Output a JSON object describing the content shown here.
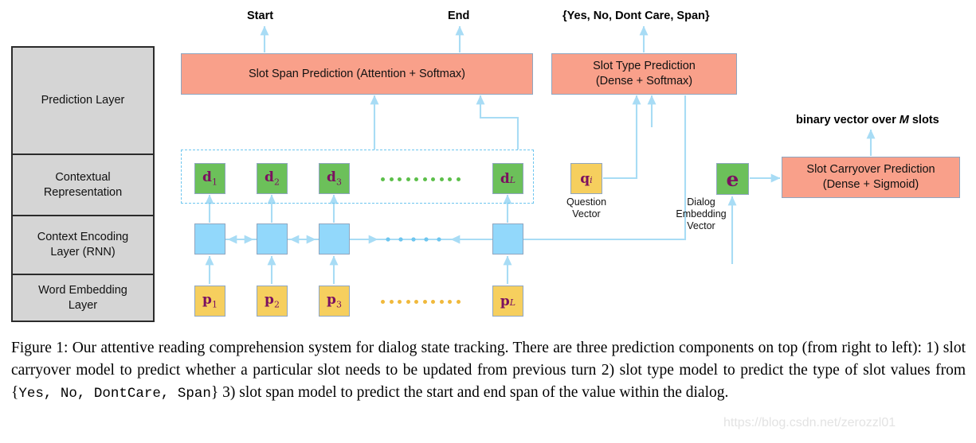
{
  "figure": {
    "layer_stack": {
      "cells": [
        {
          "label": "Prediction Layer"
        },
        {
          "label": "Contextual\nRepresentation"
        },
        {
          "label": "Context Encoding\nLayer (RNN)"
        },
        {
          "label": "Word Embedding\nLayer"
        }
      ]
    },
    "top_labels": [
      {
        "name": "start",
        "text": "Start"
      },
      {
        "name": "end",
        "text": "End"
      },
      {
        "name": "slot-type-output",
        "text": "{Yes, No, Dont Care, Span}"
      },
      {
        "name": "carryover-output",
        "text": "binary vector over M slots",
        "italic_token": "M"
      }
    ],
    "prediction_boxes": [
      {
        "name": "slot-span-prediction",
        "text": "Slot Span Prediction (Attention + Softmax)"
      },
      {
        "name": "slot-type-prediction",
        "line1": "Slot Type Prediction",
        "line2": "(Dense + Softmax)"
      },
      {
        "name": "slot-carryover-prediction",
        "line1": "Slot Carryover Prediction",
        "line2": "(Dense + Sigmoid)"
      }
    ],
    "contextual_units": [
      {
        "sym": "d",
        "sub": "1"
      },
      {
        "sym": "d",
        "sub": "2"
      },
      {
        "sym": "d",
        "sub": "3"
      },
      {
        "sym": "d",
        "sub": "L",
        "italic_sub": true
      }
    ],
    "embedding_units": [
      {
        "sym": "p",
        "sub": "1"
      },
      {
        "sym": "p",
        "sub": "2"
      },
      {
        "sym": "p",
        "sub": "3"
      },
      {
        "sym": "p",
        "sub": "L",
        "italic_sub": true
      }
    ],
    "rnn_units": [
      {
        "name": "rnn-cell-1"
      },
      {
        "name": "rnn-cell-2"
      },
      {
        "name": "rnn-cell-3"
      },
      {
        "name": "rnn-cell-L"
      }
    ],
    "side_vectors": [
      {
        "name": "question-vector",
        "sym": "q",
        "sub": "i",
        "italic_sub": true,
        "caption_line1": "Question",
        "caption_line2": "Vector"
      },
      {
        "name": "dialog-embedding-vector",
        "sym": "e",
        "caption_line1": "Dialog",
        "caption_line2": "Embedding",
        "caption_line3": "Vector"
      }
    ],
    "colors": {
      "salmon": "#f9a08a",
      "green": "#6cc05a",
      "yellow": "#f6cf5e",
      "blue": "#92d8fb",
      "arrow": "#a8dcf5",
      "box_border": "#8fa6c0",
      "stack_fill": "#d5d5d5",
      "symbol_text": "#7b1060"
    }
  },
  "caption": {
    "segments": [
      {
        "type": "text",
        "value": "Figure 1: Our attentive reading comprehension system for dialog state tracking.  There are three prediction components on top (from right to left): 1) slot carryover model to predict whether a particular slot needs to be updated from previous turn 2) slot type model to predict the type of slot values from {"
      },
      {
        "type": "mono",
        "value": "Yes, No, DontCare, Span"
      },
      {
        "type": "text",
        "value": "} 3) slot span model to predict the start and end span of the value within the dialog."
      }
    ]
  },
  "watermark": {
    "text": "https://blog.csdn.net/zerozzl01"
  }
}
